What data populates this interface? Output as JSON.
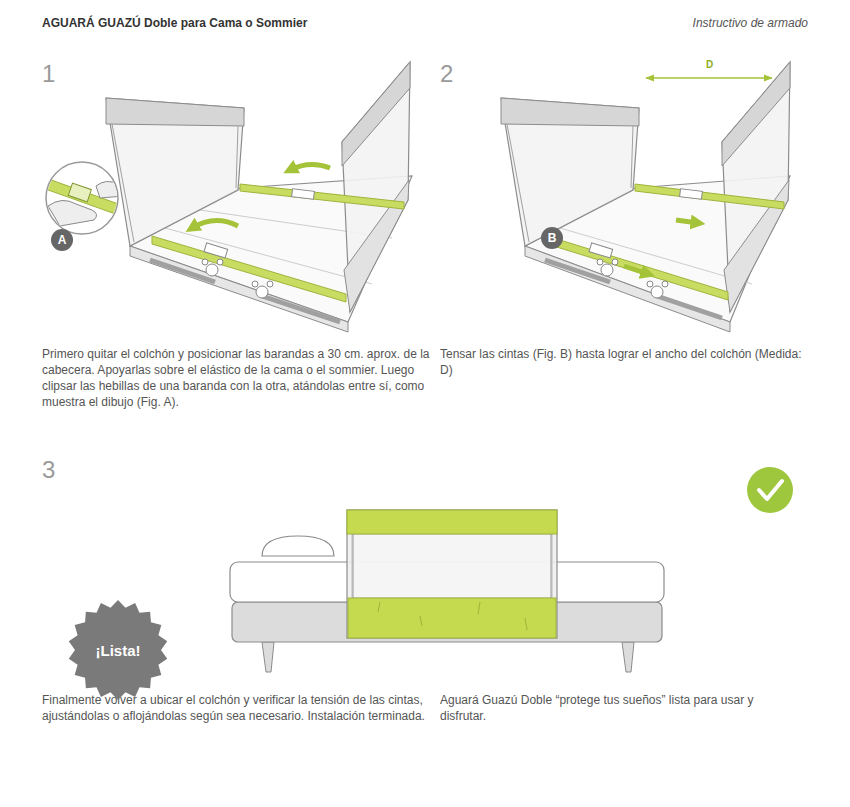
{
  "diagram": {
    "title": "AGUARÁ GUAZÚ Doble para Cama o Sommier",
    "nodes": [
      {
        "text": [
          "A"
        ]
      },
      {
        "text": [
          "B"
        ]
      },
      {
        "text": [
          "¡Lista!"
        ]
      }
    ],
    "labels": [
      "Instructivo de armado",
      "1",
      "2",
      "D",
      "Primero quitar el colchón y posicionar las barandas a 30 cm. aprox. de la cabecera. Apoyarlas sobre el elástico de la cama o el sommier. Luego clipsar las hebillas de una baranda con la otra, atándolas entre sí, como muestra el dibujo (Fig. A).",
      "Tensar las cintas (Fig. B) hasta lograr el ancho del colchón (Medida: D)",
      "3",
      "Finalmente volver a ubicar el colchón y verificar la tensión de las cintas, ajustándolas o aflojándolas según sea necesario. Instalación terminada.",
      "Aguará Guazú Doble “protege tus sueños” lista para usar y disfrutar."
    ]
  }
}
